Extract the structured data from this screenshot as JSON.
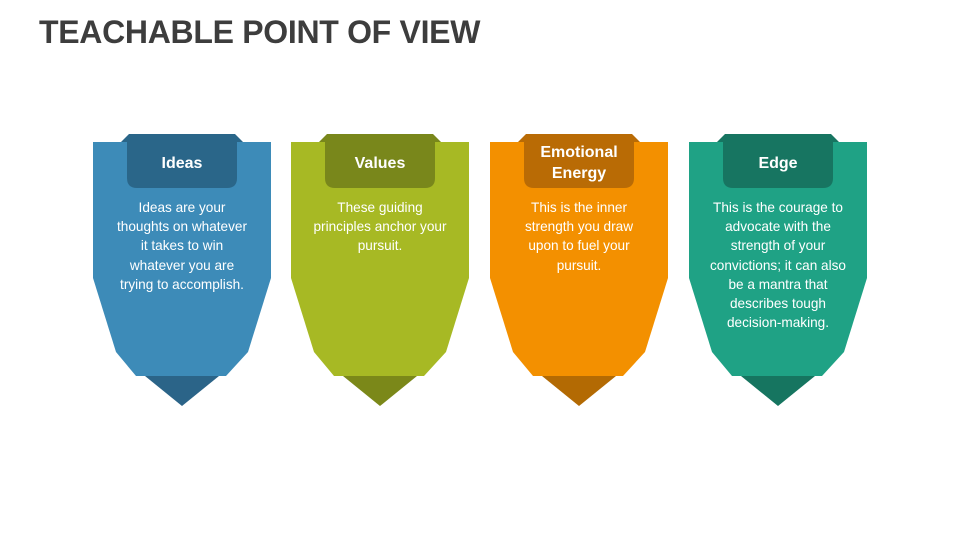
{
  "page": {
    "title": "TEACHABLE POINT OF VIEW"
  },
  "cards": [
    {
      "heading": "Ideas",
      "description": "Ideas are your thoughts on whatever it takes to win whatever you are trying to accomplish.",
      "color": "#3d8bb8",
      "tab_color": "#2a6689",
      "shadow_color": "#2b6488"
    },
    {
      "heading": "Values",
      "description": "These guiding principles anchor your pursuit.",
      "color": "#a7b924",
      "tab_color": "#79871b",
      "shadow_color": "#7b8819"
    },
    {
      "heading": "Emotional Energy",
      "description": "This is the inner strength you draw upon to fuel your pursuit.",
      "color": "#f39000",
      "tab_color": "#b96b05",
      "shadow_color": "#b36a03"
    },
    {
      "heading": "Edge",
      "description": "This is the courage to advocate with the strength of your convictions; it can also be a mantra that describes tough decision-making.",
      "color": "#1fa285",
      "tab_color": "#177561",
      "shadow_color": "#167560"
    }
  ]
}
